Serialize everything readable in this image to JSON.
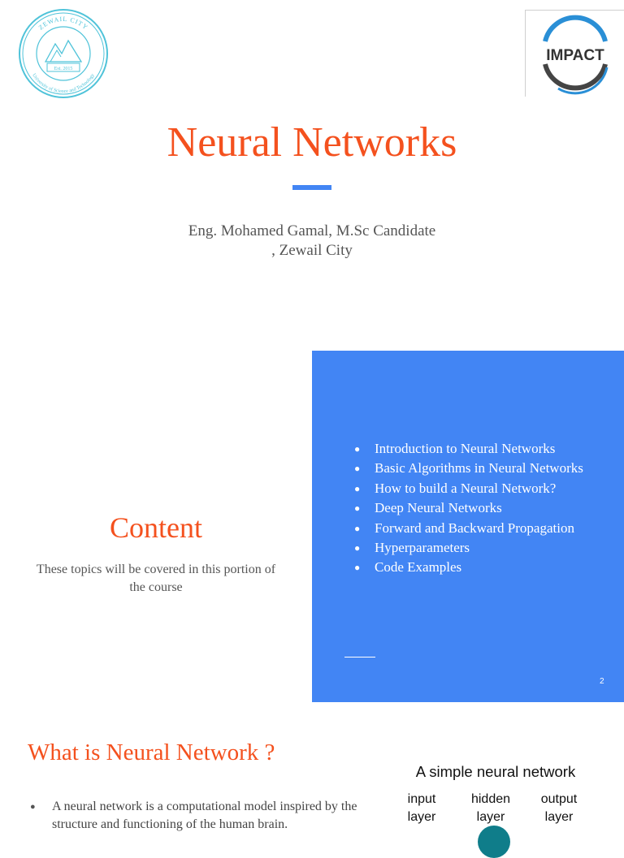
{
  "slide1": {
    "left_logo": {
      "arc_top": "ZEWAIL CITY",
      "arc_bottom": "University of Science and Technology",
      "est": "Est. 2015",
      "color": "#4fc3d9"
    },
    "right_logo": {
      "text": "IMPACT",
      "ring_color": "#2a8fd6"
    },
    "title": "Neural Networks",
    "subtitle_lines": [
      "Eng. Mohamed Gamal, M.Sc Candidate",
      ", Zewail City"
    ]
  },
  "slide2": {
    "title": "Content",
    "description": "These topics will be covered in this portion of the course",
    "topics": [
      "Introduction to Neural Networks",
      "Basic Algorithms in Neural Networks",
      "How to build a Neural Network?",
      "Deep Neural Networks",
      "Forward and Backward Propagation",
      "Hyperparameters",
      "Code Examples"
    ],
    "page_number": "2"
  },
  "slide3": {
    "title": "What is Neural Network ?",
    "bullet": "A neural network is a computational model inspired by the structure and functioning of the human brain.",
    "diagram_caption": "A simple neural network",
    "layers": [
      {
        "line1": "input",
        "line2": "layer"
      },
      {
        "line1": "hidden",
        "line2": "layer"
      },
      {
        "line1": "output",
        "line2": "layer"
      }
    ]
  },
  "colors": {
    "accent_orange": "#f4511e",
    "accent_blue": "#4285f4"
  }
}
